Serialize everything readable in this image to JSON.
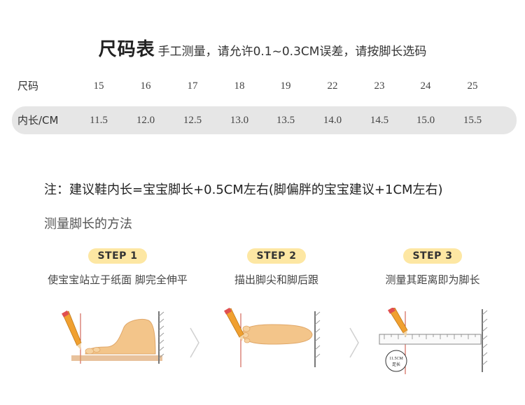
{
  "title": {
    "main": "尺码表",
    "sub": "手工测量，请允许0.1~0.3CM误差，请按脚长选码"
  },
  "size_table": {
    "size_label": "尺码",
    "length_label": "内长/CM",
    "sizes": [
      "15",
      "16",
      "17",
      "18",
      "19",
      "22",
      "23",
      "24",
      "25"
    ],
    "lengths": [
      "11.5",
      "12.0",
      "12.5",
      "13.0",
      "13.5",
      "14.0",
      "14.5",
      "15.0",
      "15.5"
    ]
  },
  "note": "注：建议鞋内长=宝宝脚长+0.5CM左右(脚偏胖的宝宝建议+1CM左右)",
  "method_title": "测量脚长的方法",
  "steps": [
    {
      "badge": "STEP 1",
      "desc": "使宝宝站立于纸面 脚完全伸平"
    },
    {
      "badge": "STEP 2",
      "desc": "描出脚尖和脚后跟"
    },
    {
      "badge": "STEP 3",
      "desc": "测量其距离即为脚长"
    }
  ],
  "step3_circle": {
    "line1": "11.5CM",
    "line2": "足长"
  },
  "colors": {
    "badge_bg": "#fde7a3",
    "row_bg": "#e6e6e6",
    "foot": "#f3c58a",
    "pencil": "#f0a030",
    "line": "#c94a3a"
  }
}
